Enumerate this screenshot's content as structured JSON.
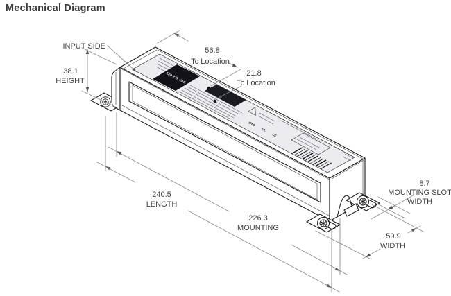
{
  "title": "Mechanical Diagram",
  "device_label": {
    "voltage": "120-277 VAC",
    "marks": [
      "IP66",
      "UL",
      "CE"
    ]
  },
  "dimensions": {
    "input_side": "INPUT SIDE",
    "tc1_value": "56.8",
    "tc1_label": "Tc Location",
    "tc2_value": "21.8",
    "tc2_label": "Tc Location",
    "height_value": "38.1",
    "height_label": "HEIGHT",
    "length_value": "240.5",
    "length_label": "LENGTH",
    "mounting_value": "226.3",
    "mounting_label": "MOUNTING",
    "slot_value": "8.7",
    "slot_label_1": "MOUNTING SLOT",
    "slot_label_2": "WIDTH",
    "width_value": "59.9",
    "width_label": "WIDTH"
  }
}
